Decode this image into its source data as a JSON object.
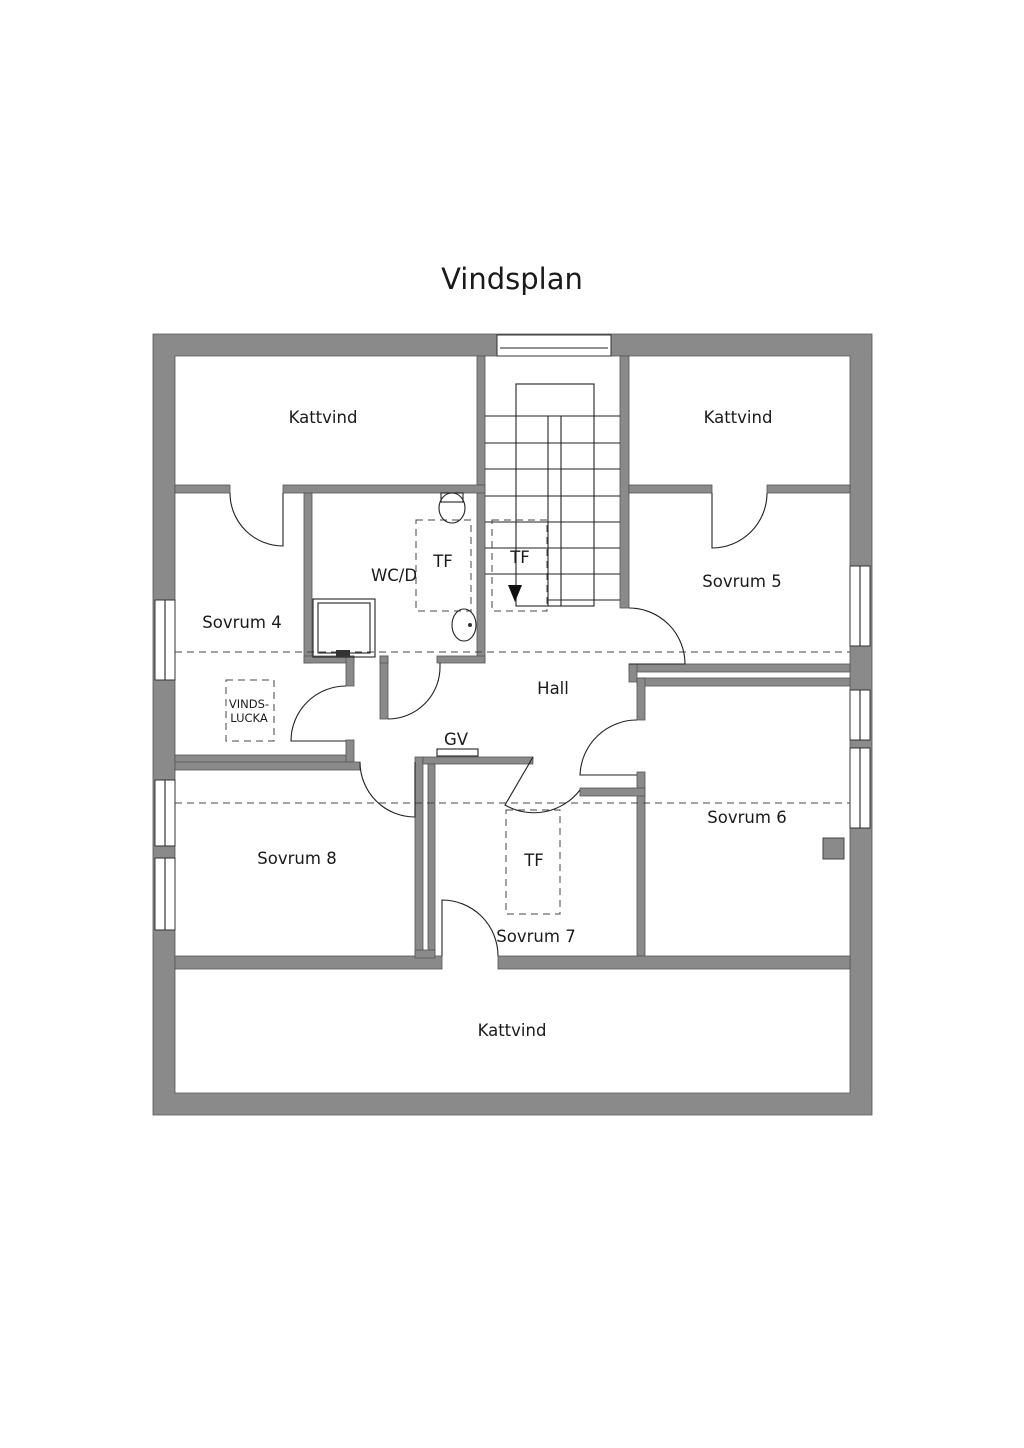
{
  "title": "Vindsplan",
  "rooms": {
    "kattvind_top_left": "Kattvind",
    "kattvind_top_right": "Kattvind",
    "kattvind_bottom": "Kattvind",
    "sovrum_4": "Sovrum 4",
    "sovrum_5": "Sovrum 5",
    "sovrum_6": "Sovrum 6",
    "sovrum_7": "Sovrum 7",
    "sovrum_8": "Sovrum 8",
    "wc_d": "WC/D",
    "hall": "Hall"
  },
  "markers": {
    "tf_wc": "TF",
    "tf_stair": "TF",
    "tf_sovrum7": "TF",
    "gv": "GV",
    "vindslucka_line1": "VINDS-",
    "vindslucka_line2": "LUCKA"
  }
}
